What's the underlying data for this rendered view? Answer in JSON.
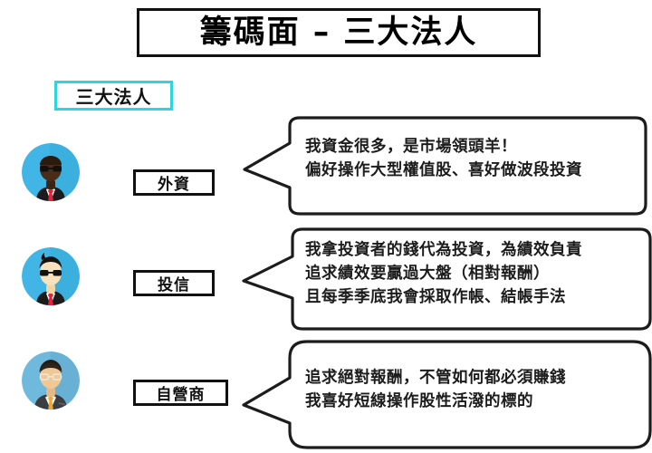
{
  "header": {
    "title": "籌碼面 – 三大法人",
    "subtitle_chip": "三大法人",
    "title_border_color": "#111111",
    "subtitle_border_color": "#2fd4dc"
  },
  "rows": [
    {
      "role_label": "外資",
      "avatar": {
        "icon_name": "foreign-investor-avatar",
        "circle_color": "#41b6e6",
        "skin_color": "#3b2414",
        "suit_color": "#1b1b1b",
        "tie_color": "#e2243a",
        "glasses_color": "#111111"
      },
      "bubble_lines": [
        "我資金很多，是市場領頭羊！",
        "偏好操作大型權值股、喜好做波段投資"
      ]
    },
    {
      "role_label": "投信",
      "avatar": {
        "icon_name": "investment-trust-avatar",
        "circle_color": "#41b6e6",
        "skin_color": "#f2d6a8",
        "suit_color": "#1b1b1b",
        "tie_color": "#e2243a",
        "glasses_color": "#111111"
      },
      "bubble_lines": [
        "我拿投資者的錢代為投資，為績效負責",
        "追求績效要贏過大盤（相對報酬）",
        "且每季季底我會採取作帳、結帳手法"
      ]
    },
    {
      "role_label": "自營商",
      "avatar": {
        "icon_name": "proprietary-trader-avatar",
        "circle_color": "#6fb9dc",
        "skin_color": "#f0c893",
        "suit_color": "#3a3d42",
        "tie_color": "#f0a830",
        "glasses_color": "#e8e8e8"
      },
      "bubble_lines": [
        "追求絕對報酬，不管如何都必須賺錢",
        "我喜好短線操作股性活潑的標的"
      ]
    }
  ]
}
